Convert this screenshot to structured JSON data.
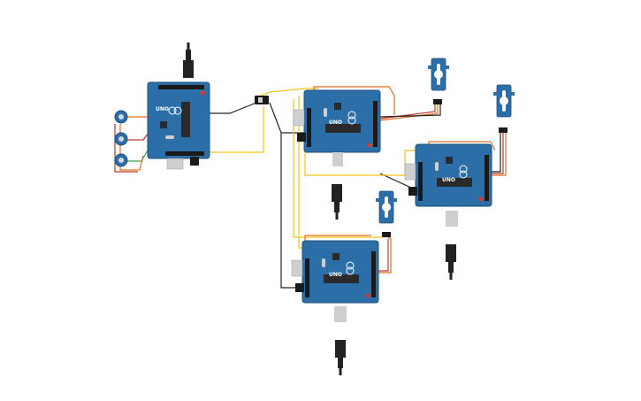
{
  "canvas": {
    "background": "#ffffff"
  },
  "colors": {
    "board": "#2b6ea8",
    "board_edge": "#1f4f7a",
    "header": "#1a1a1a",
    "chip": "#2a2a2a",
    "usb": "#cfcfcf",
    "plug": "#222222",
    "wire_signal": "#f0c419",
    "wire_ground": "#222222",
    "wire_power": "#e07020",
    "wire_red": "#c0392b",
    "wire_green": "#3aa04a",
    "servo_body": "#2b6ea8",
    "servo_horn": "#ffffff",
    "pot_body": "#2b6ea8",
    "reset": "#d63b2f"
  },
  "boards": [
    {
      "id": "controller",
      "label": "UNO"
    },
    {
      "id": "servo-node-1",
      "label": "UNO"
    },
    {
      "id": "servo-node-2",
      "label": "UNO"
    },
    {
      "id": "servo-node-3",
      "label": "UNO"
    }
  ],
  "components": {
    "potentiometers": 3,
    "servos": 3,
    "switch": 1
  }
}
